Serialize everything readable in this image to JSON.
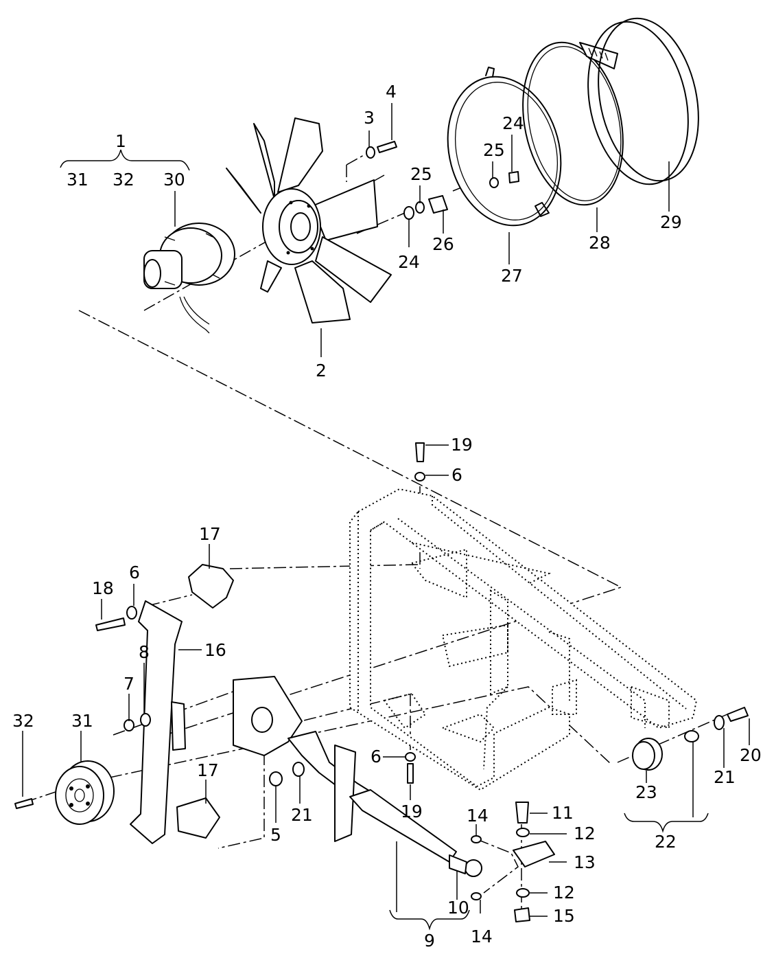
{
  "diagram": {
    "callouts": [
      {
        "id": "c1",
        "label": "1"
      },
      {
        "id": "c31a",
        "label": "31"
      },
      {
        "id": "c32a",
        "label": "32"
      },
      {
        "id": "c30",
        "label": "30"
      },
      {
        "id": "c2",
        "label": "2"
      },
      {
        "id": "c3",
        "label": "3"
      },
      {
        "id": "c4",
        "label": "4"
      },
      {
        "id": "c25a",
        "label": "25"
      },
      {
        "id": "c24a",
        "label": "24"
      },
      {
        "id": "c26",
        "label": "26"
      },
      {
        "id": "c24b",
        "label": "24"
      },
      {
        "id": "c25b",
        "label": "25"
      },
      {
        "id": "c27",
        "label": "27"
      },
      {
        "id": "c28",
        "label": "28"
      },
      {
        "id": "c29",
        "label": "29"
      },
      {
        "id": "c19a",
        "label": "19"
      },
      {
        "id": "c6a",
        "label": "6"
      },
      {
        "id": "c17a",
        "label": "17"
      },
      {
        "id": "c18",
        "label": "18"
      },
      {
        "id": "c6b",
        "label": "6"
      },
      {
        "id": "c16",
        "label": "16"
      },
      {
        "id": "c8",
        "label": "8"
      },
      {
        "id": "c7",
        "label": "7"
      },
      {
        "id": "c32b",
        "label": "32"
      },
      {
        "id": "c31b",
        "label": "31"
      },
      {
        "id": "c17b",
        "label": "17"
      },
      {
        "id": "c5",
        "label": "5"
      },
      {
        "id": "c21a",
        "label": "21"
      },
      {
        "id": "c6c",
        "label": "6"
      },
      {
        "id": "c19b",
        "label": "19"
      },
      {
        "id": "c14a",
        "label": "14"
      },
      {
        "id": "c11",
        "label": "11"
      },
      {
        "id": "c12a",
        "label": "12"
      },
      {
        "id": "c13",
        "label": "13"
      },
      {
        "id": "c12b",
        "label": "12"
      },
      {
        "id": "c15",
        "label": "15"
      },
      {
        "id": "c10",
        "label": "10"
      },
      {
        "id": "c14b",
        "label": "14"
      },
      {
        "id": "c9",
        "label": "9"
      },
      {
        "id": "c23",
        "label": "23"
      },
      {
        "id": "c22",
        "label": "22"
      },
      {
        "id": "c21b",
        "label": "21"
      },
      {
        "id": "c20",
        "label": "20"
      }
    ]
  }
}
